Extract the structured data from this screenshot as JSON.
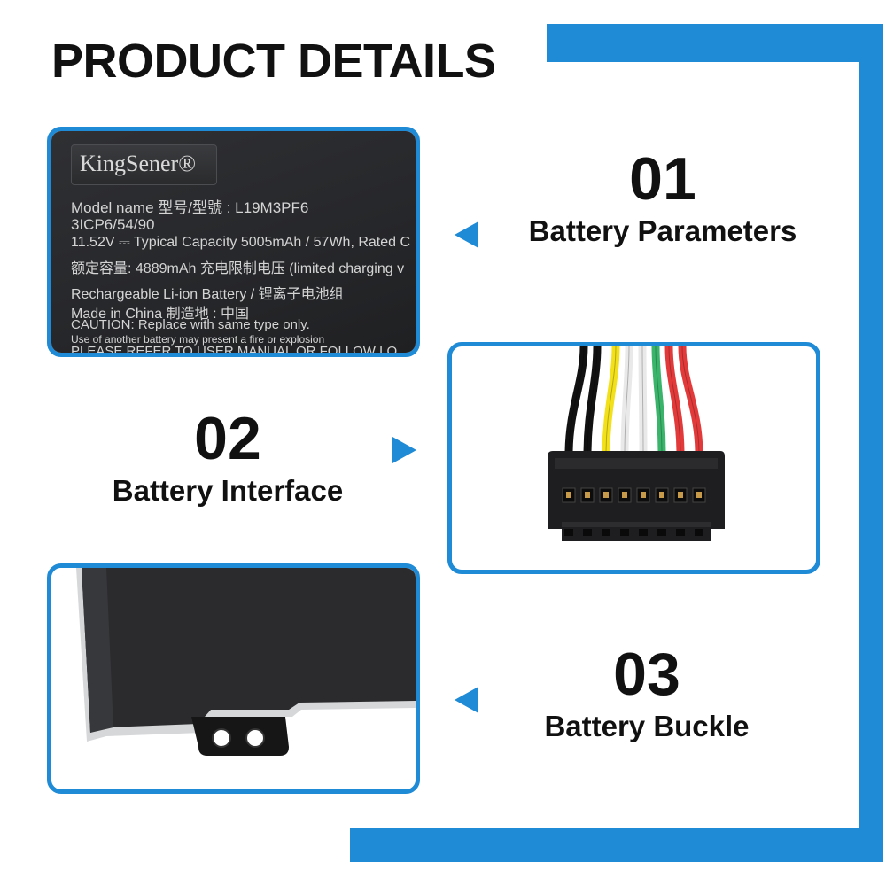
{
  "title": "PRODUCT DETAILS",
  "sections": [
    {
      "number": "01",
      "caption": "Battery Parameters"
    },
    {
      "number": "02",
      "caption": "Battery Interface"
    },
    {
      "number": "03",
      "caption": "Battery Buckle"
    }
  ],
  "battery_label": {
    "brand": "KingSener®",
    "lines": [
      "Model name 型号/型號 :  L19M3PF6",
      "3ICP6/54/90",
      "11.52V ⎓ Typical Capacity 5005mAh / 57Wh, Rated C",
      "额定容量: 4889mAh  充电限制电压  (limited charging v",
      "Rechargeable Li-ion Battery / 锂离子电池组",
      "Made in China   制造地 : 中国",
      "CAUTION: Replace with same type only.",
      "Use of another battery may present a fire or explosion",
      "PLEASE REFER TO USER MANUAL OR FOLLOW LO"
    ]
  },
  "colors": {
    "accent": "#1f8ad6",
    "text": "#111111",
    "wires": [
      "#111111",
      "#111111",
      "#f2e01b",
      "#f4f4f4",
      "#f4f4f4",
      "#39b46a",
      "#e23a3a",
      "#e23a3a"
    ]
  },
  "icons": {
    "arrow_1": "triangle-left",
    "arrow_2": "triangle-right",
    "arrow_3": "triangle-left"
  }
}
